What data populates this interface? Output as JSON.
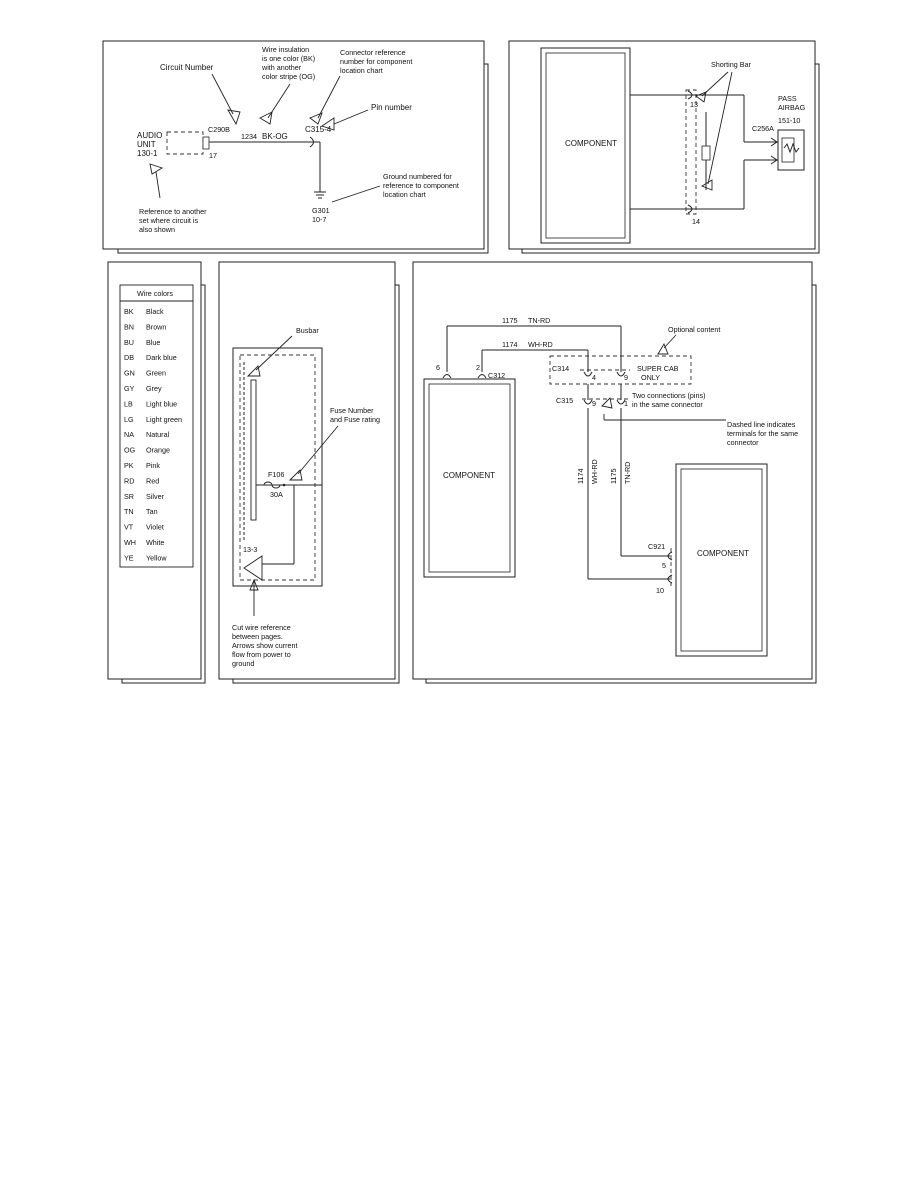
{
  "panel1": {
    "circuit_number_label": "Circuit Number",
    "wire_insulation_label": [
      "Wire insulation",
      "is one color (BK)",
      "with another",
      "color stripe (OG)"
    ],
    "connector_reference_label": [
      "Connector reference",
      "number for component",
      "location chart"
    ],
    "pin_number_label": "Pin number",
    "ground_label": [
      "Ground numbered for",
      "reference to component",
      "location chart"
    ],
    "audio_unit_label": [
      "AUDIO",
      "UNIT",
      "130-1"
    ],
    "reference_label": [
      "Reference to another",
      "set where circuit is",
      "also shown"
    ],
    "connector_left": "C290B",
    "pin_left": "17",
    "circuit": "1234",
    "wire_color": "BK-OG",
    "connector_right": "C315-4",
    "ground_id": [
      "G301",
      "10-7"
    ]
  },
  "panel2": {
    "component_label": "COMPONENT",
    "shorting_bar_label": "Shorting Bar",
    "pin_top": "13",
    "pin_bottom": "14",
    "connector": "C256A",
    "airbag_label": [
      "PASS",
      "AIRBAG",
      "151-10"
    ]
  },
  "panel3": {
    "title": "Wire colors",
    "rows": [
      {
        "code": "BK",
        "name": "Black"
      },
      {
        "code": "BN",
        "name": "Brown"
      },
      {
        "code": "BU",
        "name": "Blue"
      },
      {
        "code": "DB",
        "name": "Dark blue"
      },
      {
        "code": "GN",
        "name": "Green"
      },
      {
        "code": "GY",
        "name": "Grey"
      },
      {
        "code": "LB",
        "name": "Light blue"
      },
      {
        "code": "LG",
        "name": "Light green"
      },
      {
        "code": "NA",
        "name": "Natural"
      },
      {
        "code": "OG",
        "name": "Orange"
      },
      {
        "code": "PK",
        "name": "Pink"
      },
      {
        "code": "RD",
        "name": "Red"
      },
      {
        "code": "SR",
        "name": "Silver"
      },
      {
        "code": "TN",
        "name": "Tan"
      },
      {
        "code": "VT",
        "name": "Violet"
      },
      {
        "code": "WH",
        "name": "White"
      },
      {
        "code": "YE",
        "name": "Yellow"
      }
    ]
  },
  "panel4": {
    "busbar_label": "Busbar",
    "fuse_label": [
      "Fuse Number",
      "and Fuse rating"
    ],
    "fuse_id": "F106",
    "fuse_rating": "30A",
    "cut_ref": "13-3",
    "cut_wire_label": [
      "Cut wire reference",
      "between pages.",
      "Arrows show current",
      "flow from power to",
      "ground"
    ]
  },
  "panel5": {
    "wire1_circuit": "1175",
    "wire1_color": "TN-RD",
    "wire2_circuit": "1174",
    "wire2_color": "WH-RD",
    "optional_label": "Optional content",
    "super_cab_label": [
      "SUPER CAB",
      "ONLY"
    ],
    "pin6": "6",
    "pin2": "2",
    "c312": "C312",
    "c314": "C314",
    "c314_pin4": "4",
    "c314_pin9": "9",
    "c315": "C315",
    "c315_pin9": "9",
    "c315_pin1": "1",
    "two_connections_label": [
      "Two connections (pins)",
      "in the same connector"
    ],
    "dashed_line_label": [
      "Dashed line indicates",
      "terminals for the same",
      "connector"
    ],
    "vertical_labels": [
      "1174",
      "WH-RD",
      "1175",
      "TN-RD"
    ],
    "component_left": "COMPONENT",
    "component_right": "COMPONENT",
    "c921": "C921",
    "pin5": "5",
    "pin10": "10"
  }
}
